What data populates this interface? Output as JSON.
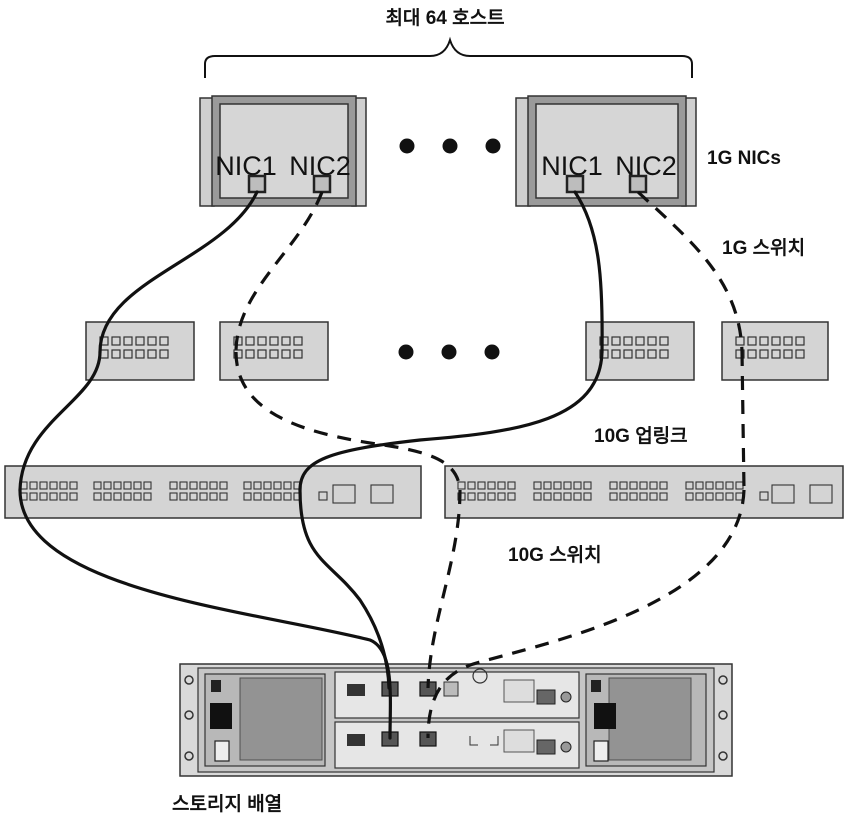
{
  "labels": {
    "max_hosts": "최대 64 호스트",
    "nics_1g": "1G NICs",
    "switch_1g": "1G 스위치",
    "uplink_10g": "10G 업링크",
    "switch_10g": "10G 스위치",
    "storage_array": "스토리지 배열"
  },
  "hosts": [
    {
      "nic1": "NIC1",
      "nic2": "NIC2"
    },
    {
      "nic1": "NIC1",
      "nic2": "NIC2"
    }
  ],
  "colors": {
    "device_fill": "#d4d4d4",
    "device_stroke": "#333333",
    "cable": "#111111",
    "background": "#ffffff"
  }
}
